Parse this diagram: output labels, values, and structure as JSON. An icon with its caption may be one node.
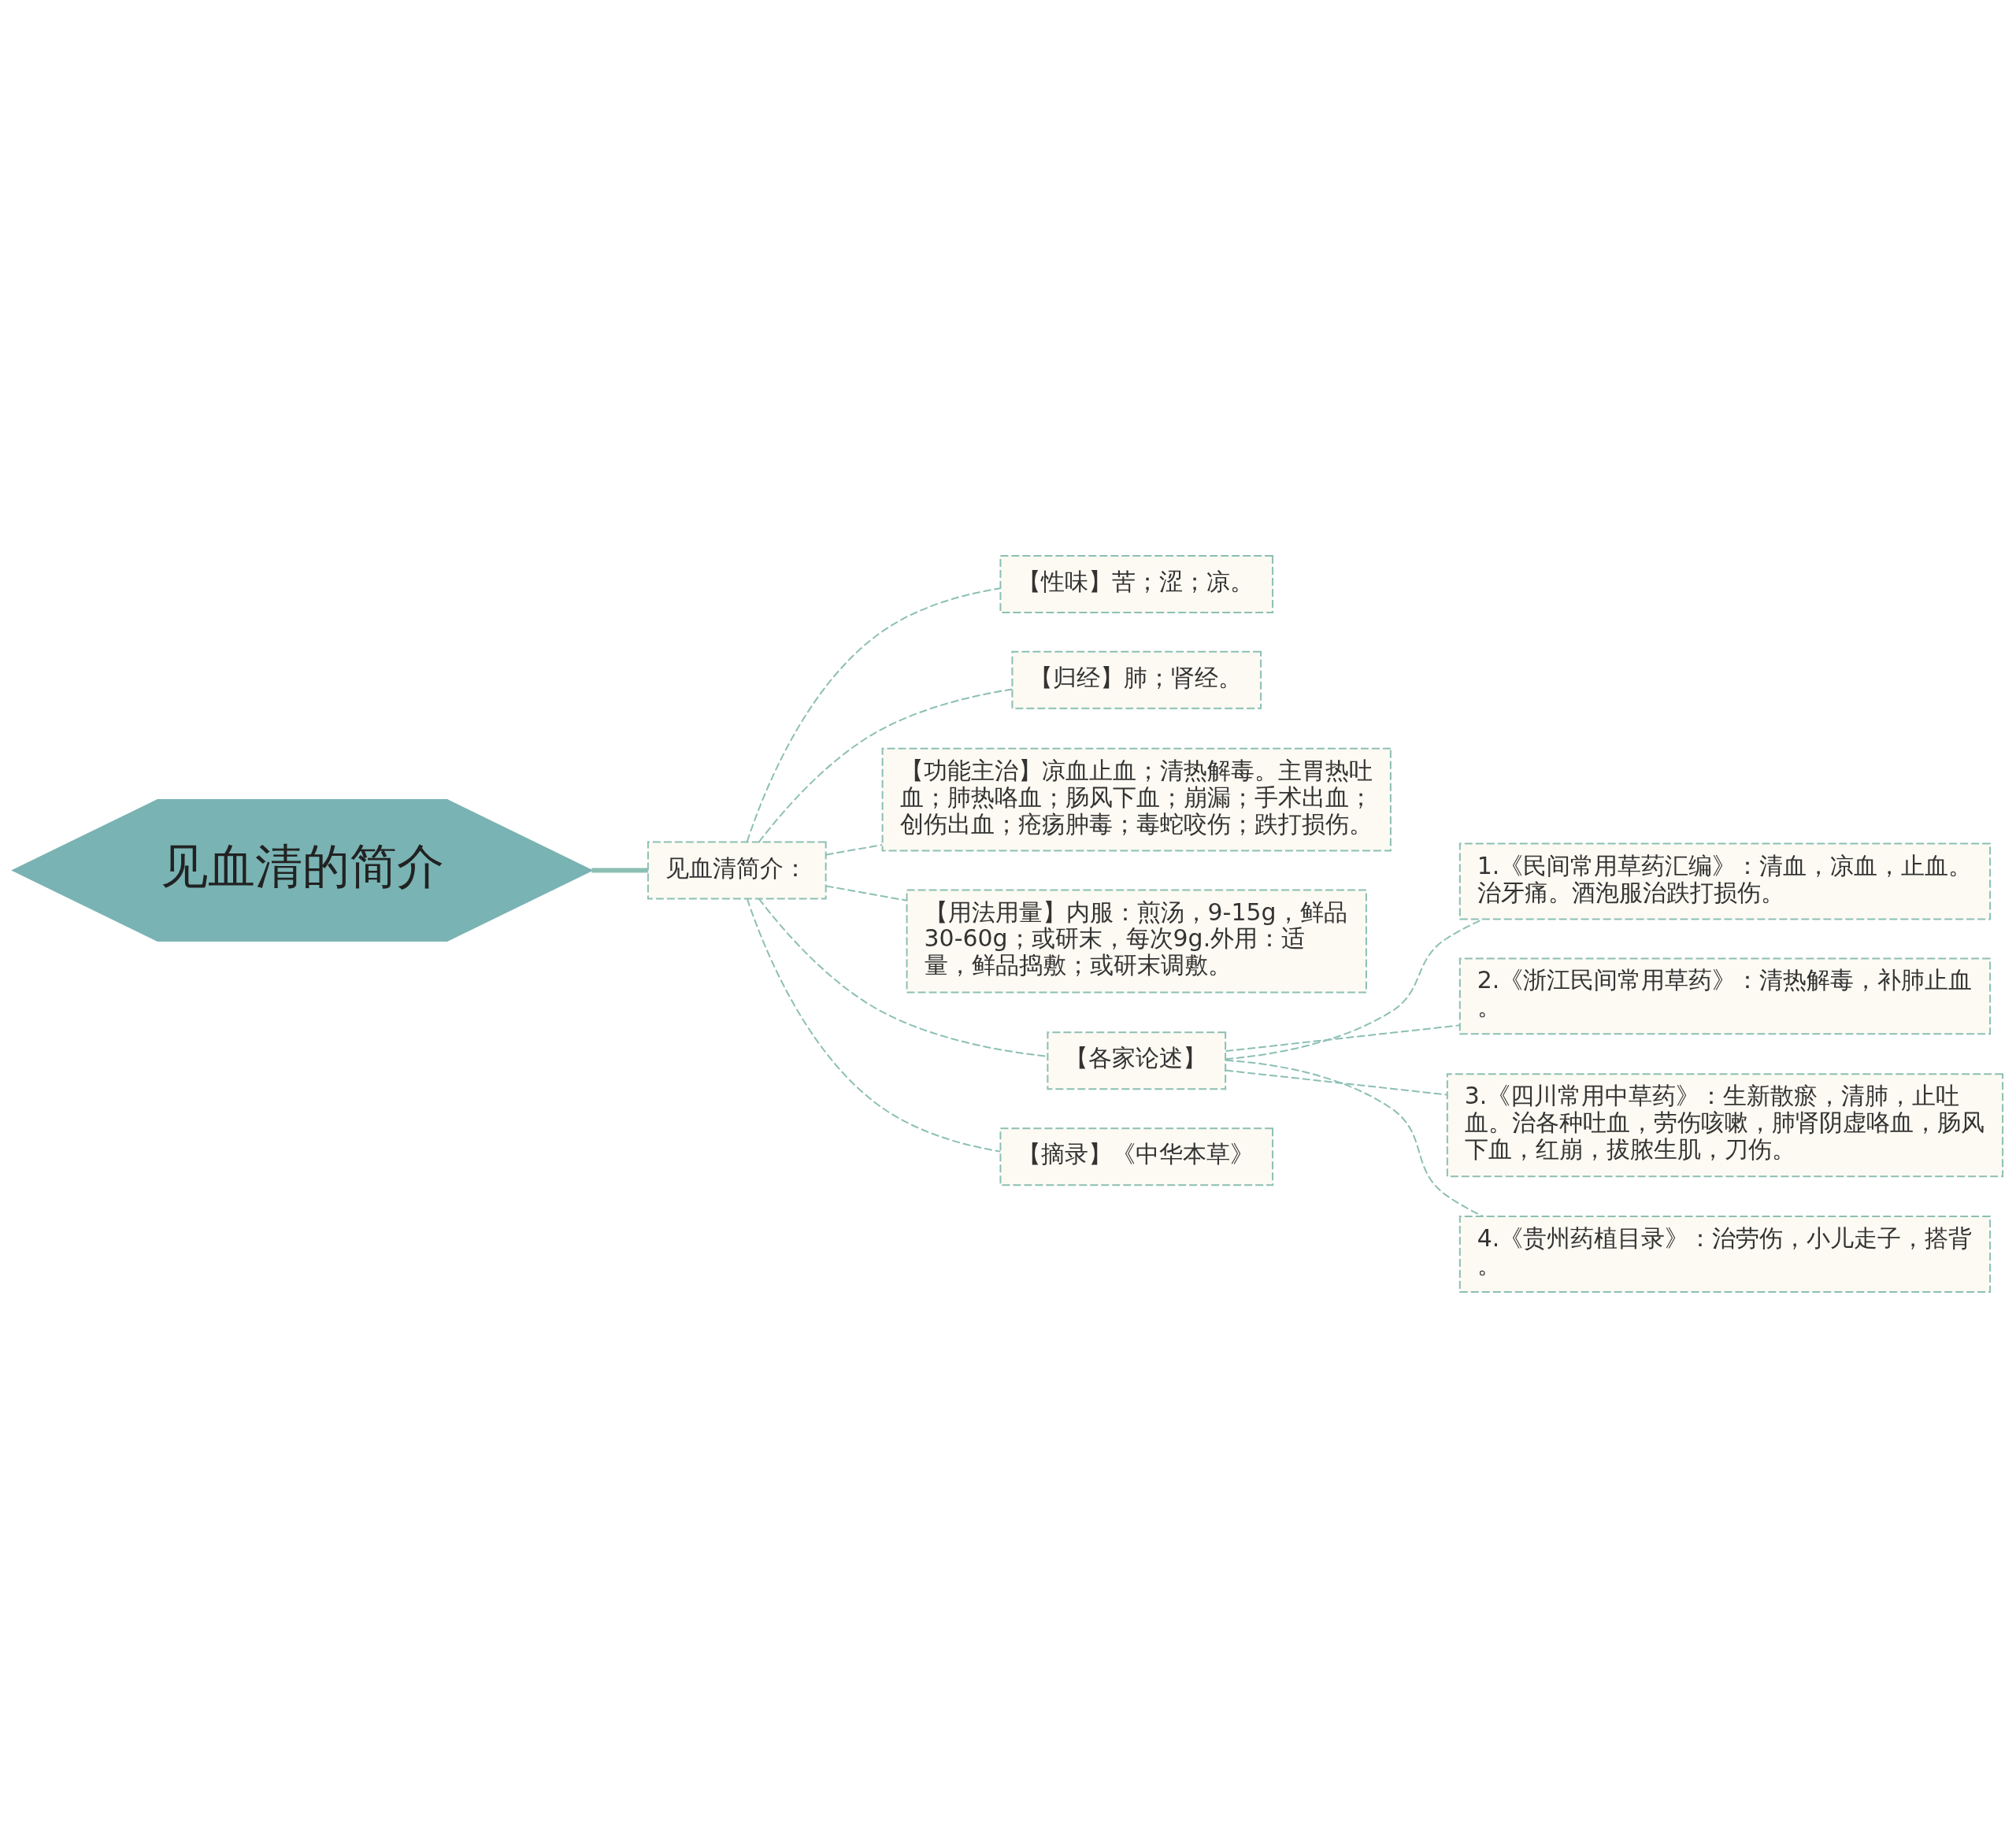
{
  "diagram": {
    "nodes": [
      {
        "text": [
          "见血清的简介"
        ]
      },
      {
        "text": [
          "见血清简介："
        ]
      },
      {
        "text": [
          "【性味】苦；涩；凉。"
        ]
      },
      {
        "text": [
          "【归经】肺；肾经。"
        ]
      },
      {
        "text": [
          "【功能主治】凉血止血；清热解毒。主胃热吐血；肺热咯血；肠风下血；崩漏；手术出血；创伤出血；疮疡肿毒；毒蛇咬伤；跌打损伤。"
        ]
      },
      {
        "text": [
          "【用法用量】内服：煎汤，9-15g，鲜品30-60g；或研末，每次9g.外用：适量，鲜品捣敷；或研末调敷。"
        ]
      },
      {
        "text": [
          "【各家论述】"
        ]
      },
      {
        "text": [
          "1.《民间常用草药汇编》：清血，凉血，止血。治牙痛。酒泡服治跌打损伤。"
        ]
      },
      {
        "text": [
          "2.《浙江民间常用草药》：清热解毒，补肺止血。"
        ]
      },
      {
        "text": [
          "3.《四川常用中草药》：生新散瘀，清肺，止吐血。治各种吐血，劳伤咳嗽，肺肾阴虚咯血，肠风下血，红崩，拔脓生肌，刀伤。"
        ]
      },
      {
        "text": [
          "4.《贵州药植目录》：治劳伤，小儿走子，搭背。"
        ]
      },
      {
        "text": [
          "【摘录】《中华本草》"
        ]
      }
    ],
    "edges": [
      {
        "from": 0,
        "to": 1,
        "arrow": "none",
        "style": "thick"
      },
      {
        "from": 1,
        "to": 2,
        "arrow": "none",
        "style": "dashed"
      },
      {
        "from": 1,
        "to": 3,
        "arrow": "none",
        "style": "dashed"
      },
      {
        "from": 1,
        "to": 4,
        "arrow": "none",
        "style": "dashed"
      },
      {
        "from": 1,
        "to": 5,
        "arrow": "none",
        "style": "dashed"
      },
      {
        "from": 1,
        "to": 6,
        "arrow": "none",
        "style": "dashed"
      },
      {
        "from": 6,
        "to": 7,
        "arrow": "none",
        "style": "dashed"
      },
      {
        "from": 6,
        "to": 8,
        "arrow": "none",
        "style": "dashed"
      },
      {
        "from": 6,
        "to": 9,
        "arrow": "none",
        "style": "dashed"
      },
      {
        "from": 6,
        "to": 10,
        "arrow": "none",
        "style": "dashed"
      },
      {
        "from": 1,
        "to": 11,
        "arrow": "none",
        "style": "dashed"
      }
    ]
  }
}
